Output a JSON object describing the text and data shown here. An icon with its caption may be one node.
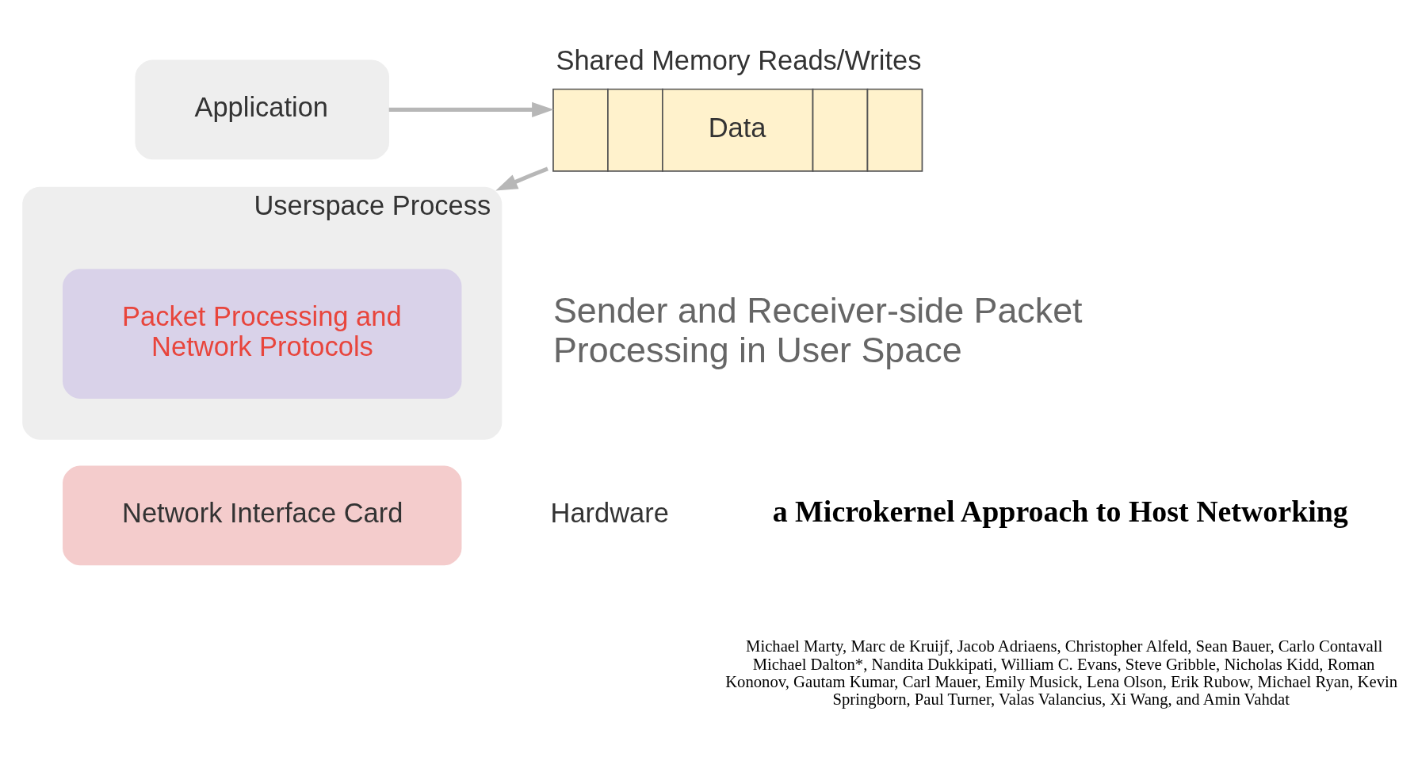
{
  "diagram": {
    "nodes": [
      {
        "text": [
          "Application"
        ]
      },
      {
        "text": [
          "Shared Memory Reads/Writes",
          "Data"
        ]
      },
      {
        "text": [
          "Userspace Process"
        ]
      },
      {
        "text": [
          "Packet Processing and Network Protocols"
        ],
        "in": 2
      },
      {
        "text": [
          "Network Interface Card"
        ]
      }
    ],
    "edges": [
      {
        "from": 0,
        "to": 1,
        "arrow": "to"
      },
      {
        "from": 1,
        "to": 2,
        "arrow": "to"
      }
    ],
    "labels": [
      "Sender and Receiver-side Packet Processing in User Space",
      "Hardware",
      "a Microkernel Approach to Host Networking",
      "Michael Marty, Marc de Kruijf, Jacob Adriaens, Christopher Alfeld, Sean Bauer, Carlo Contavall Michael Dalton*, Nandita Dukkipati, William C. Evans, Steve Gribble, Nicholas Kidd, Roman Kononov, Gautam Kumar, Carl Mauer, Emily Musick, Lena Olson, Erik Rubow, Michael Ryan, Kevin Springborn, Paul Turner, Valas Valancius, Xi Wang, and Amin Vahdat"
    ]
  }
}
